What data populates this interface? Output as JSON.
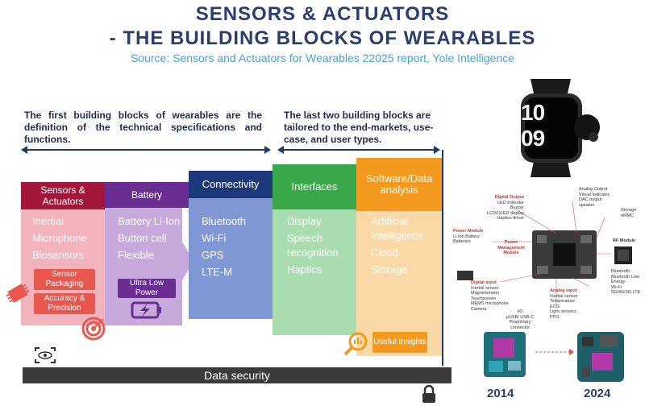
{
  "title": {
    "line1": "SENSORS & ACTUATORS",
    "line2": "- THE BUILDING BLOCKS OF WEARABLES",
    "source": "Source: Sensors and Actuators for Wearables 22025 report, Yole Intelligence"
  },
  "intro": {
    "left": "The first building blocks of wearables are the definition of the technical specifications and functions.",
    "right": "The last two building blocks are tailored to the end-markets, use-case, and user types."
  },
  "columns": [
    {
      "header": "Sensors & Actuators",
      "items": [
        "Inertial",
        "Microphone",
        "Biosensors"
      ],
      "color": "#a3173a",
      "body_color": "#f3b3bd"
    },
    {
      "header": "Battery",
      "items": [
        "Battery Li-Ion",
        "Button cell",
        "Flexible"
      ],
      "color": "#6a2d91",
      "body_color": "#c7a9dc"
    },
    {
      "header": "Connectivity",
      "items": [
        "Bluetooth",
        "Wi-Fi",
        "GPS",
        "LTE-M"
      ],
      "color": "#1c3a7a",
      "body_color": "#7f97d4"
    },
    {
      "header": "Interfaces",
      "items": [
        "Display",
        "Speech recognition",
        "Haptics"
      ],
      "color": "#3aa84a",
      "body_color": "#a9dcae"
    },
    {
      "header": "Software/Data analysis",
      "items": [
        "Artificial Intelligence",
        "Cloud",
        "Storage"
      ],
      "color": "#f39a1e",
      "body_color": "#fad9a6"
    }
  ],
  "badges": {
    "sensor_packaging": "Sensor Packaging",
    "accuracy": "Accuracy & Precision",
    "ultra_low_power": "Ultra Low Power",
    "useful_insights": "Useful Insights"
  },
  "security_bar": "Data security",
  "watch": {
    "time_top": "10",
    "time_bottom": "09"
  },
  "board": {
    "digital_output": [
      "Digital Output",
      "LED indicator",
      "Buzzer",
      "LCD/OLED display",
      "Haptics driver"
    ],
    "analog_output": [
      "Analog Output",
      "Visual Indicator",
      "DAC output",
      "speaker"
    ],
    "storage": [
      "Storage",
      "eMMC"
    ],
    "power_module": [
      "Power Module",
      "Li-Ion Battery",
      "Batteries"
    ],
    "pmu": [
      "Power",
      "Management",
      "Module"
    ],
    "rf_module": [
      "RF Module",
      "Bluetooth",
      "Bluetooth Low",
      "Energy",
      "Wi-Fi",
      "5G/4G/3G LTE"
    ],
    "digital_input": [
      "Digital input",
      "Inertial sensor",
      "Magnetometer",
      "Touchscreen",
      "MEMS microphone",
      "Camera"
    ],
    "analog_input": [
      "Analog input",
      "Inertial sensor",
      "Temperature",
      "ECG",
      "Light sensors",
      "PPG"
    ],
    "io": [
      "I/O",
      "µUSB/ USB-C",
      "Proprietary",
      "connector"
    ]
  },
  "years": {
    "left": "2014",
    "right": "2024"
  },
  "colors": {
    "title": "#2c3e6d",
    "source": "#4a9fd4",
    "badge": "#e8574e",
    "security": "#3b3b3b"
  }
}
